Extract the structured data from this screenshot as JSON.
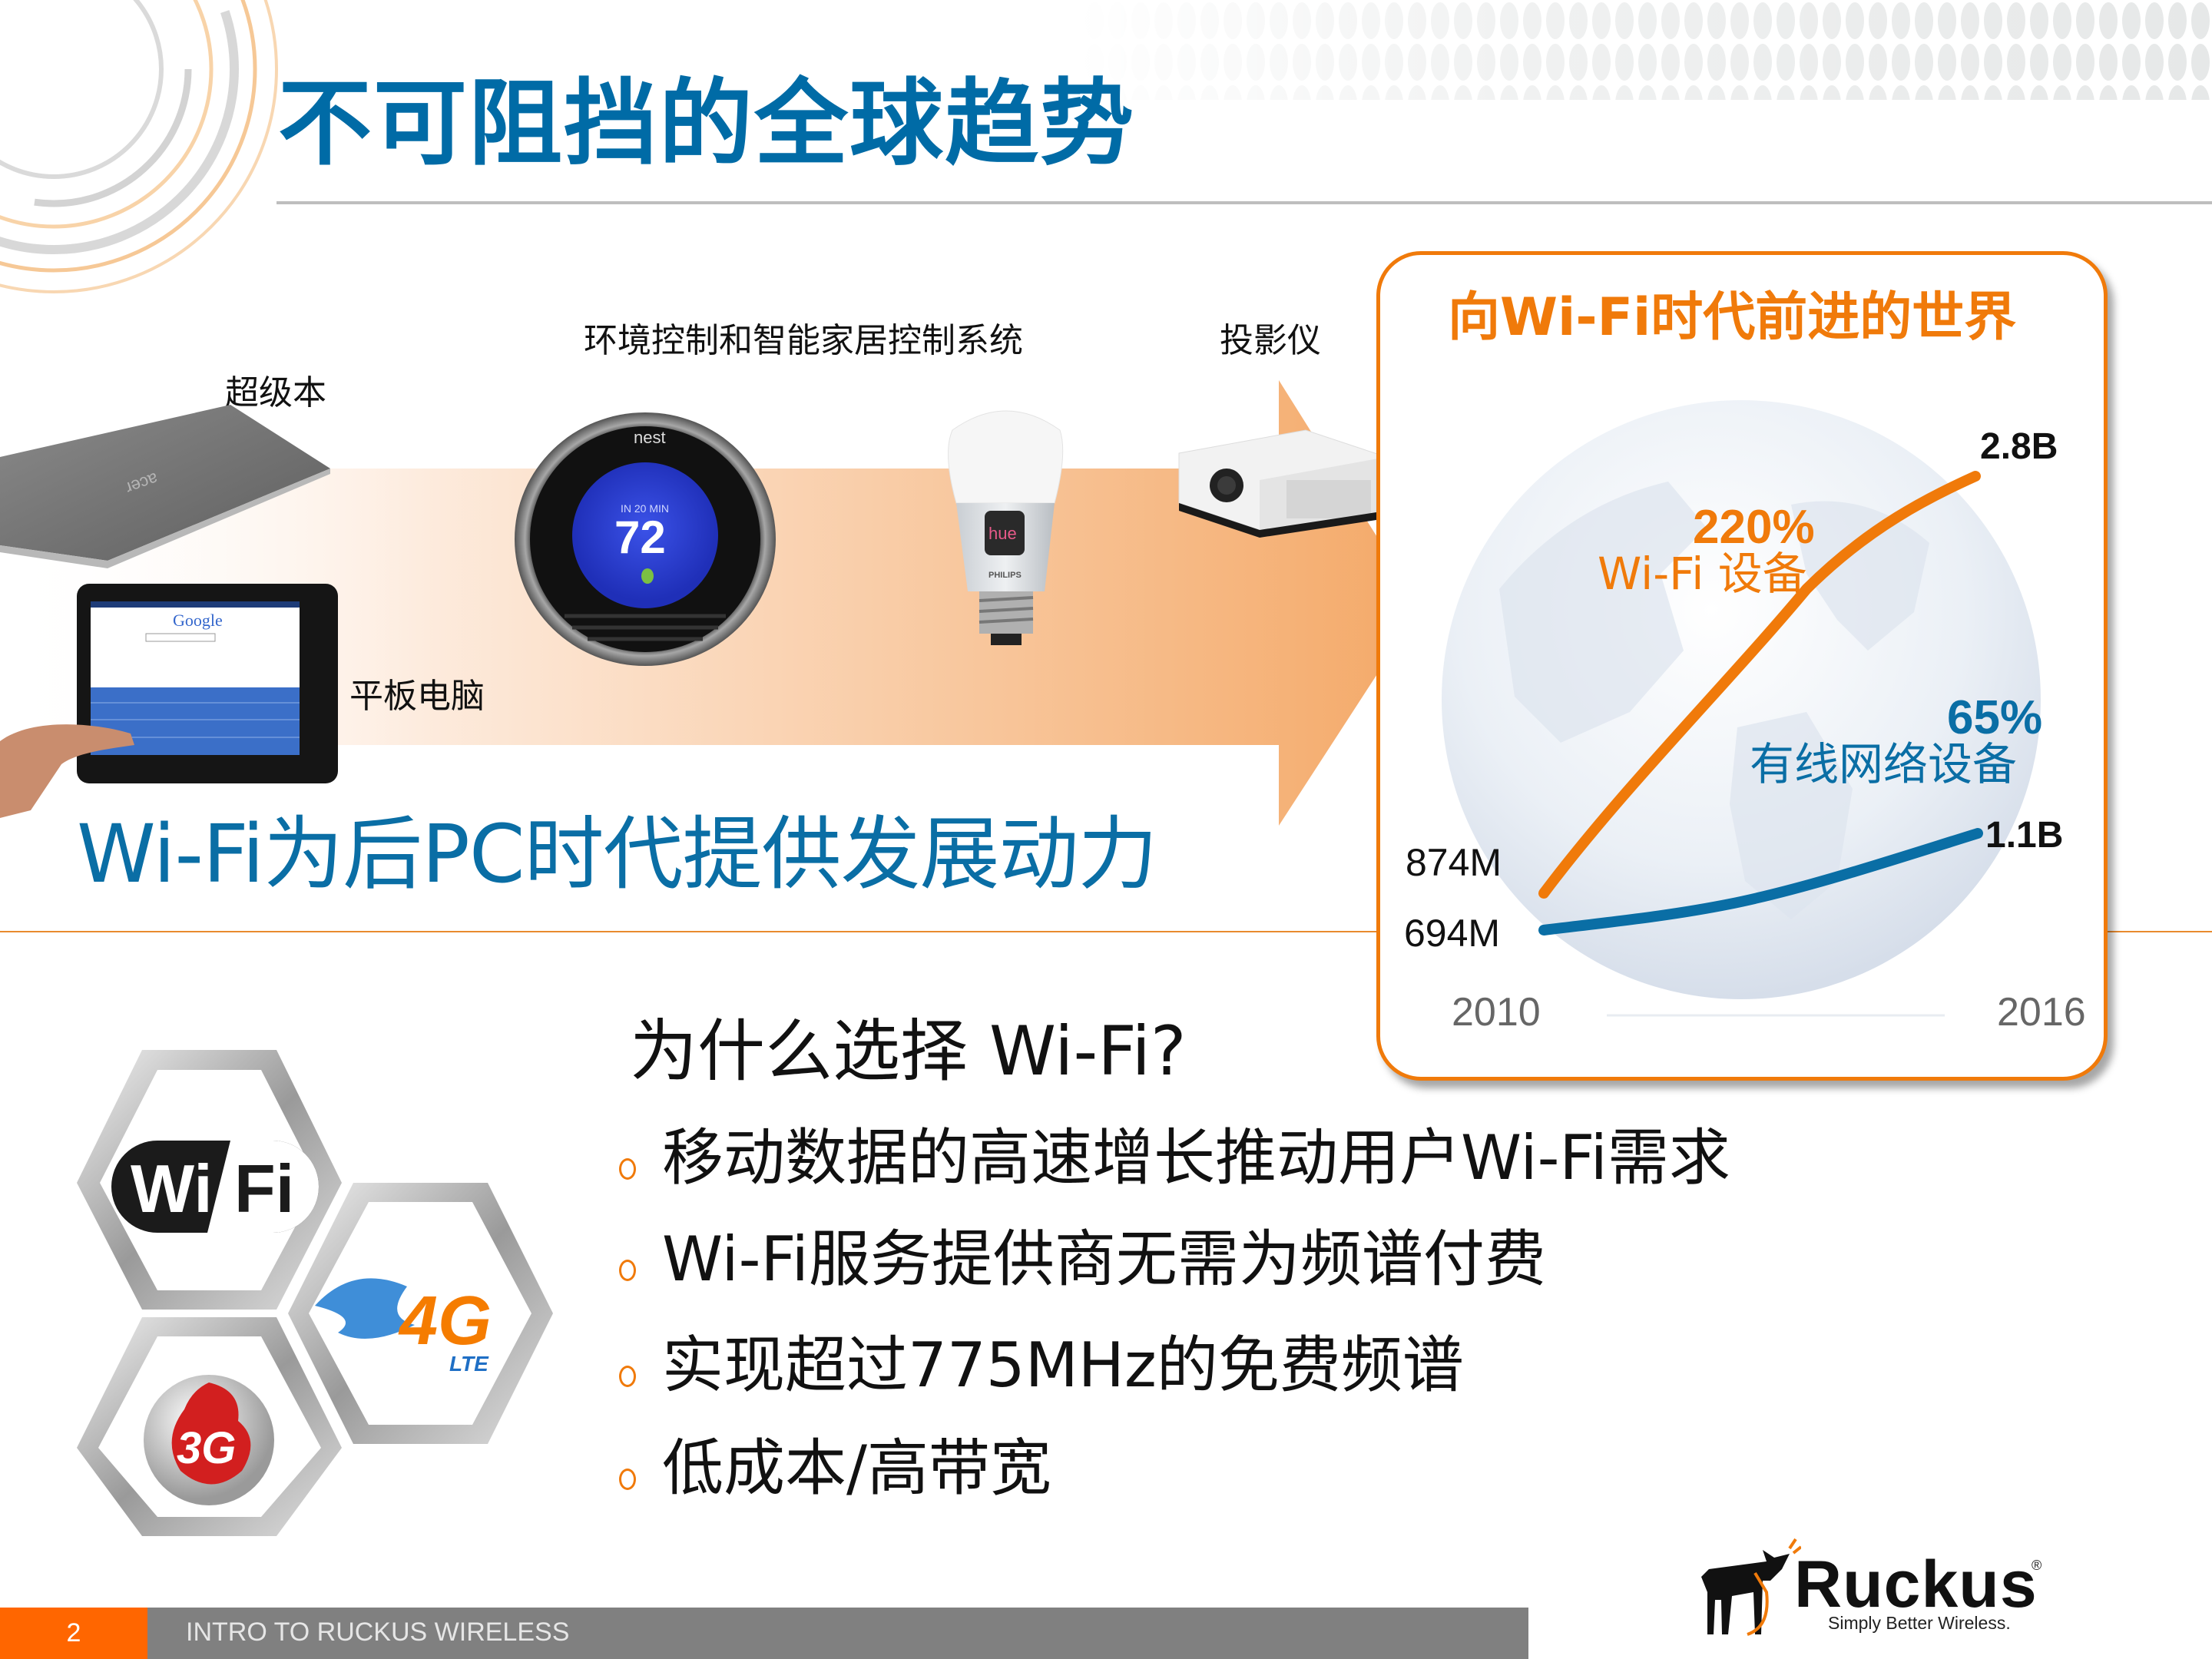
{
  "slide": {
    "title": "不可阻挡的全球趋势",
    "tagline": "Wi-Fi为后PC时代提供发展动力"
  },
  "devices": [
    {
      "label": "超级本",
      "icon": "ultrabook-laptop-icon"
    },
    {
      "label": "平板电脑",
      "icon": "tablet-icon"
    },
    {
      "label": "环境控制和智能家居控制系统",
      "icon": "nest-thermostat-icon",
      "thermostat_text": "IN 20 MIN",
      "thermostat_temp": "72",
      "brand": "nest"
    },
    {
      "label": "",
      "icon": "hue-bulb-icon",
      "brand_badge": "hue",
      "maker": "PHILIPS"
    },
    {
      "label": "投影仪",
      "icon": "projector-icon"
    }
  ],
  "colors": {
    "title_blue": "#006BA6",
    "accent_orange": "#F07A0A",
    "footer_orange": "#FF6600",
    "footer_gray": "#808080",
    "wired_blue": "#0A6EA5"
  },
  "chart_panel": {
    "title": "向Wi-Fi时代前进的世界",
    "wifi_growth_pct": "220%",
    "wifi_label": "Wi-Fi 设备",
    "wired_growth_pct": "65%",
    "wired_label": "有线网络设备",
    "wifi_start": "874M",
    "wifi_end": "2.8B",
    "wired_start": "694M",
    "wired_end": "1.1B",
    "x_start": "2010",
    "x_end": "2016"
  },
  "chart_data": {
    "type": "line",
    "title": "向Wi-Fi时代前进的世界",
    "x": [
      "2010",
      "2016"
    ],
    "series": [
      {
        "name": "Wi-Fi 设备",
        "values": [
          874000000,
          2800000000
        ],
        "labels": [
          "874M",
          "2.8B"
        ],
        "growth": "220%",
        "color": "#F07A0A"
      },
      {
        "name": "有线网络设备",
        "values": [
          694000000,
          1100000000
        ],
        "labels": [
          "694M",
          "1.1B"
        ],
        "growth": "65%",
        "color": "#0A6EA5"
      }
    ],
    "xlabel": "",
    "ylabel": "",
    "grid": false,
    "legend": "inline annotations"
  },
  "why": {
    "heading": "为什么选择 Wi-Fi?",
    "bullets": [
      "移动数据的高速增长推动用户Wi-Fi需求",
      "Wi-Fi服务提供商无需为频谱付费",
      "实现超过775MHz的免费频谱",
      "低成本/高带宽"
    ]
  },
  "tech_badges": [
    "WiFi",
    "4G LTE",
    "3G"
  ],
  "footer": {
    "page_number": "2",
    "text": "INTRO TO RUCKUS WIRELESS"
  },
  "logo": {
    "name": "Ruckus",
    "registered": "®",
    "tagline": "Simply Better Wireless."
  }
}
